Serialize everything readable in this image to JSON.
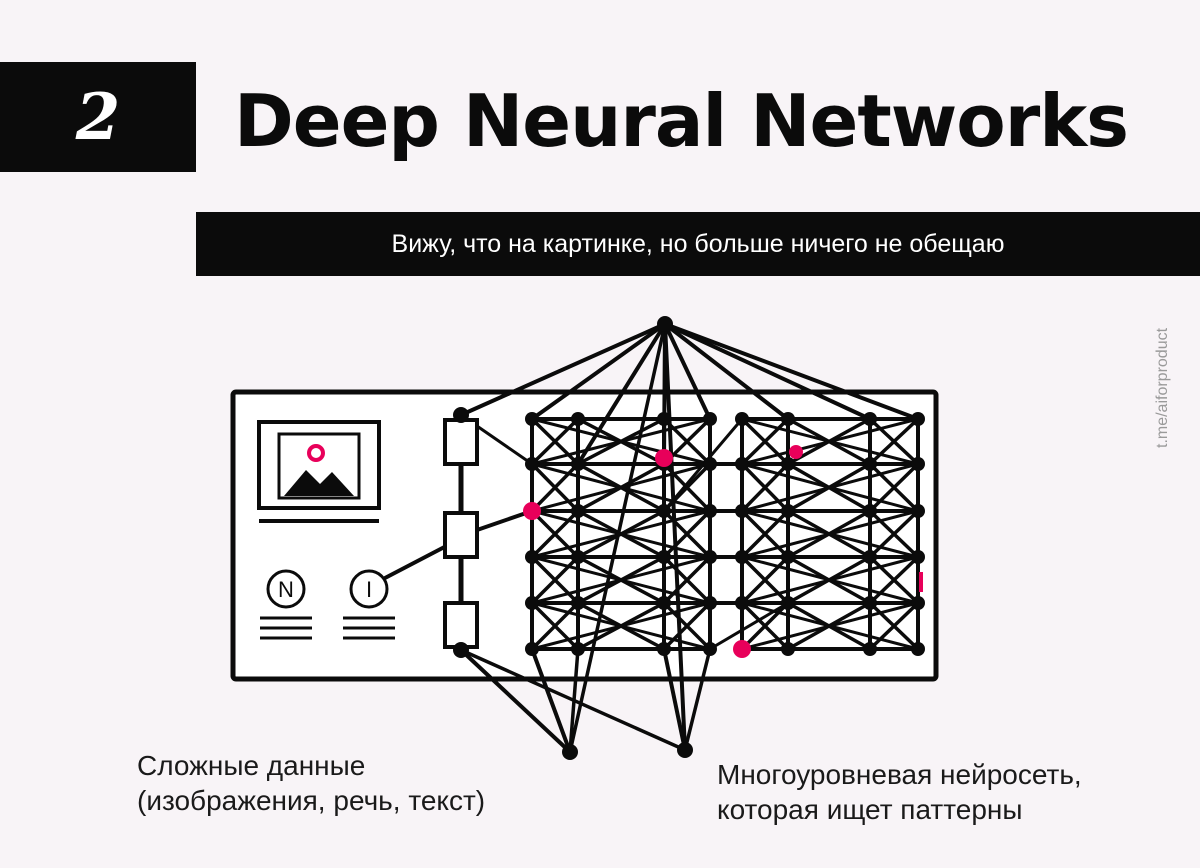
{
  "header": {
    "number": "2",
    "title": "Deep Neural Networks",
    "subtitle": "Вижу, что на картинке, но больше ничего не обещаю"
  },
  "watermark": "t.me/aiforproduct",
  "diagram": {
    "icons": {
      "n_label": "N",
      "i_label": "I"
    },
    "colors": {
      "ink": "#0b0b0b",
      "accent": "#e8005a",
      "background": "#f8f4f7"
    }
  },
  "captions": {
    "left": [
      "Сложные данные",
      "(изображения, речь, текст)"
    ],
    "right": [
      "Многоуровневая нейросеть,",
      "которая ищет паттерны"
    ]
  }
}
